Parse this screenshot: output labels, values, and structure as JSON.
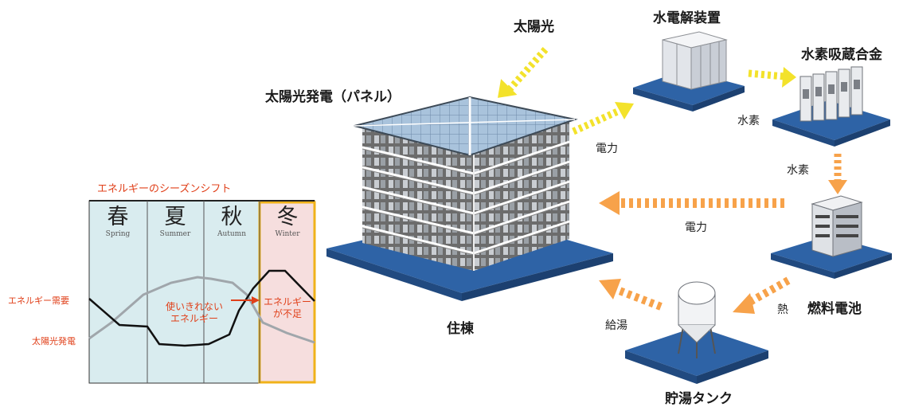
{
  "labels": {
    "solar_light": "太陽光",
    "solar_panel": "太陽光発電（パネル）",
    "electrolyzer": "水電解装置",
    "hydrogen_alloy": "水素吸蔵合金",
    "hydrogen_1": "水素",
    "hydrogen_2": "水素",
    "power_1": "電力",
    "power_2": "電力",
    "fuel_cell": "燃料電池",
    "heat": "熱",
    "hot_water": "給湯",
    "storage_tank": "貯湯タンク",
    "residence": "住棟"
  },
  "chart": {
    "title": "エネルギーのシーズンシフト",
    "seasons": [
      {
        "kanji": "春",
        "english": "Spring"
      },
      {
        "kanji": "夏",
        "english": "Summer"
      },
      {
        "kanji": "秋",
        "english": "Autumn"
      },
      {
        "kanji": "冬",
        "english": "Winter"
      }
    ],
    "demand_label": "エネルギー需要",
    "solar_label": "太陽光発電",
    "surplus_note": "使いきれない\nエネルギー",
    "shortage_note": "エネルギー\nが不足"
  },
  "colors": {
    "yellow_arrow": "#f3e22b",
    "orange_arrow": "#f7a24a",
    "platform": "#2e63a6",
    "chart_bg": "#d9ecef",
    "winter_bg": "#f6dede",
    "winter_border": "#f0b21a",
    "red_text": "#e0401a"
  }
}
